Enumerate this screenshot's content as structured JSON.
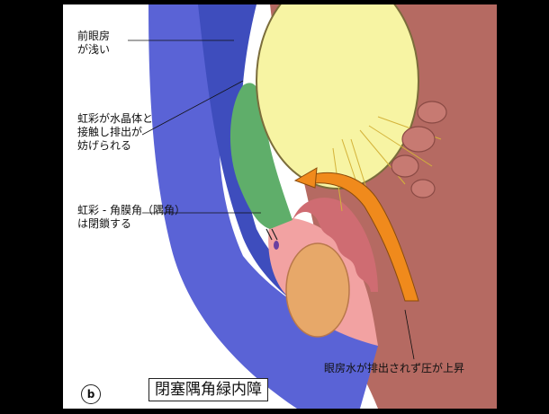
{
  "labels": {
    "anterior_chamber": [
      "前眼房",
      "が浅い"
    ],
    "iris_contact": [
      "虹彩が水晶体と",
      "接触し排出が",
      "妨げられる"
    ],
    "angle_closed": [
      "虹彩 - 角膜角（隅角）",
      "は閉鎖する"
    ],
    "aqueous": "眼房水が排出されず圧が上昇",
    "title": "閉塞隅角緑内障",
    "panel": "b"
  },
  "colors": {
    "cornea_outer": "#5a63d6",
    "cornea_inner": "#3f4fc0",
    "lens": "#f7f4a3",
    "iris": "#5fae6a",
    "ciliary_body": "#b56a62",
    "ciliary_pink": "#f2a2a2",
    "trabecular": "#e7a869",
    "arrow": "#f08a1c",
    "zonule": "#d4b33a"
  }
}
